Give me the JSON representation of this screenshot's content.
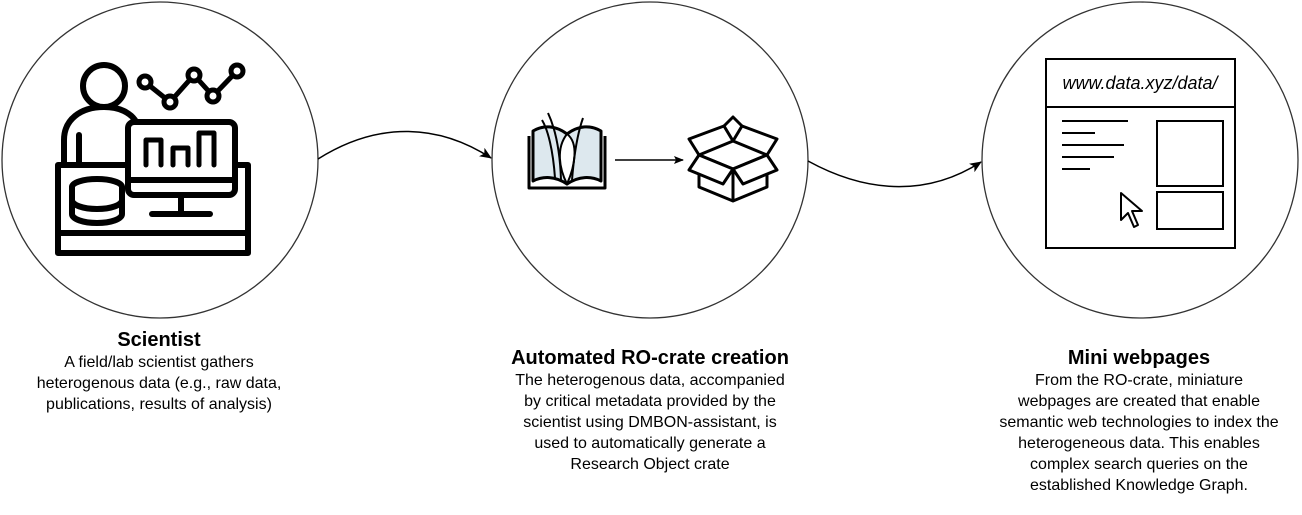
{
  "steps": [
    {
      "title": "Scientist",
      "description": "A field/lab scientist gathers\nheterogenous data  (e.g., raw data,\npublications, results of analysis)",
      "icon": "scientist-computer-icon"
    },
    {
      "title": "Automated RO-crate creation",
      "description": "The heterogenous data, accompanied\nby critical metadata provided by the\nscientist using DMBON-assistant, is\nused to automatically generate a\nResearch Object crate",
      "icon": "book-to-box-icon"
    },
    {
      "title": "Mini webpages",
      "description": "From the RO-crate, miniature\nwebpages are created that enable\nsemantic web technologies to index the\nheterogeneous data. This enables\ncomplex search queries on the\nestablished Knowledge Graph.",
      "icon": "webpage-icon",
      "url_text": "www.data.xyz/data/"
    }
  ],
  "colors": {
    "stroke": "#000000",
    "circle": "#333333",
    "fill_light": "#dde8ee"
  }
}
